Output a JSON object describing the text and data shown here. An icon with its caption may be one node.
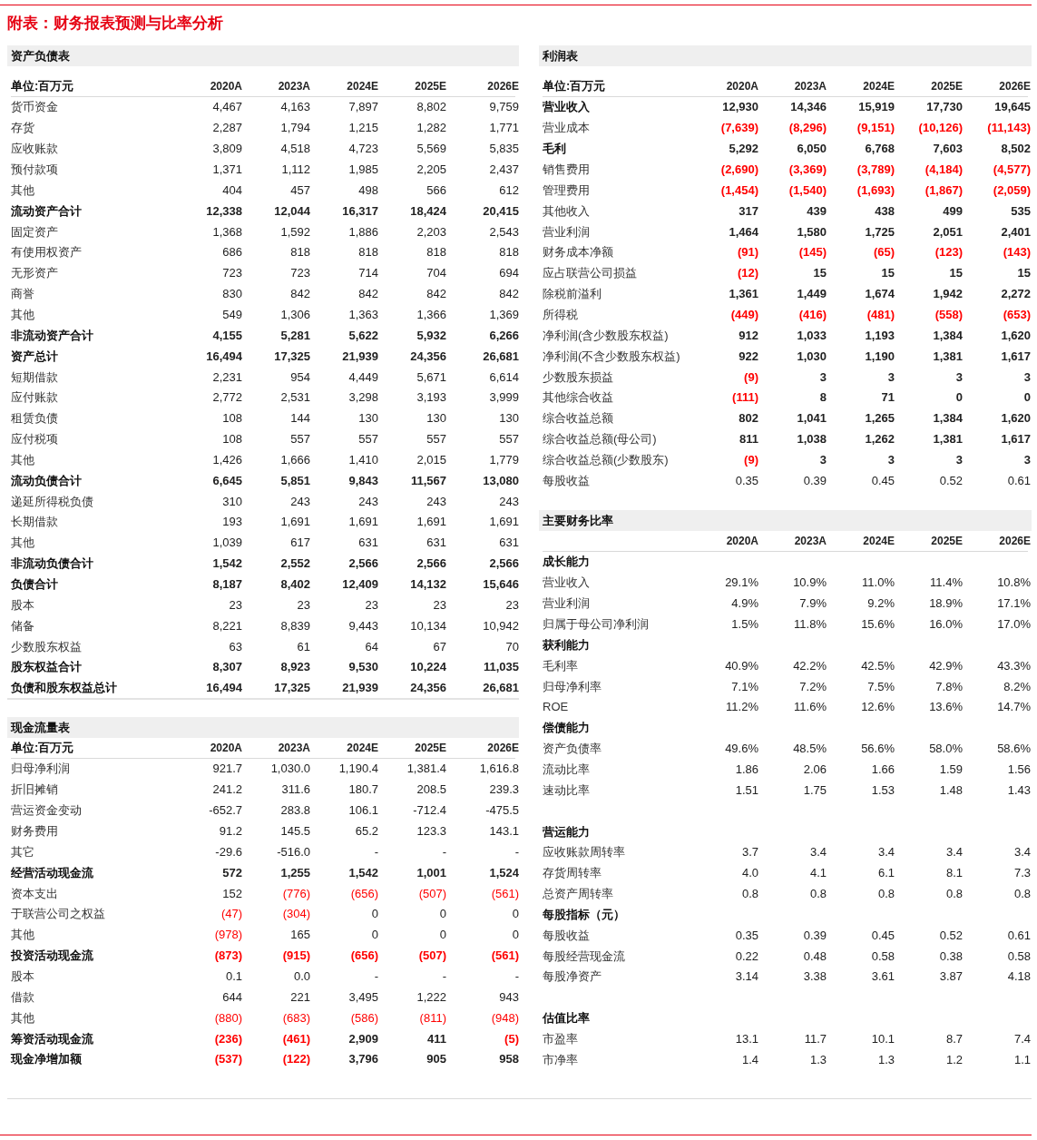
{
  "diagram": {
    "title": "附表：财务报表预测与比率分析",
    "nodes": [
      {
        "text": [
          "资产负债表"
        ]
      },
      {
        "text": [
          "利润表"
        ]
      },
      {
        "text": [
          "主要财务比率"
        ]
      },
      {
        "text": [
          "现金流量表"
        ]
      }
    ],
    "labels": [
      "单位:百万元",
      "2020A",
      "2023A",
      "2024E",
      "2025E",
      "2026E",
      "货币资金",
      "4,467",
      "4,163",
      "7,897",
      "8,802",
      "9,759",
      "存货",
      "2,287",
      "1,794",
      "1,215",
      "1,282",
      "1,771",
      "应收账款",
      "3,809",
      "4,518",
      "4,723",
      "5,569",
      "5,835",
      "预付款项",
      "1,371",
      "1,112",
      "1,985",
      "2,205",
      "2,437",
      "其他",
      "404",
      "457",
      "498",
      "566",
      "612",
      "流动资产合计",
      "12,338",
      "12,044",
      "16,317",
      "18,424",
      "20,415",
      "固定资产",
      "1,368",
      "1,592",
      "1,886",
      "2,203",
      "2,543",
      "有使用权资产",
      "686",
      "818",
      "818",
      "818",
      "818",
      "无形资产",
      "723",
      "723",
      "714",
      "704",
      "694",
      "商誉",
      "830",
      "842",
      "842",
      "842",
      "842",
      "其他",
      "549",
      "1,306",
      "1,363",
      "1,366",
      "1,369",
      "非流动资产合计",
      "4,155",
      "5,281",
      "5,622",
      "5,932",
      "6,266",
      "资产总计",
      "16,494",
      "17,325",
      "21,939",
      "24,356",
      "26,681",
      "短期借款",
      "2,231",
      "954",
      "4,449",
      "5,671",
      "6,614",
      "应付账款",
      "2,772",
      "2,531",
      "3,298",
      "3,193",
      "3,999",
      "租赁负债",
      "108",
      "144",
      "130",
      "130",
      "130",
      "应付税项",
      "108",
      "557",
      "557",
      "557",
      "557",
      "其他",
      "1,426",
      "1,666",
      "1,410",
      "2,015",
      "1,779",
      "流动负债合计",
      "6,645",
      "5,851",
      "9,843",
      "11,567",
      "13,080",
      "递延所得税负债",
      "310",
      "243",
      "243",
      "243",
      "243",
      "长期借款",
      "193",
      "1,691",
      "1,691",
      "1,691",
      "1,691",
      "其他",
      "1,039",
      "617",
      "631",
      "631",
      "631",
      "非流动负债合计",
      "1,542",
      "2,552",
      "2,566",
      "2,566",
      "2,566",
      "负债合计",
      "8,187",
      "8,402",
      "12,409",
      "14,132",
      "15,646",
      "股本",
      "23",
      "23",
      "23",
      "23",
      "23",
      "储备",
      "8,221",
      "8,839",
      "9,443",
      "10,134",
      "10,942",
      "少数股东权益",
      "63",
      "61",
      "64",
      "67",
      "70",
      "股东权益合计",
      "8,307",
      "8,923",
      "9,530",
      "10,224",
      "11,035",
      "负债和股东权益总计",
      "16,494",
      "17,325",
      "21,939",
      "24,356",
      "26,681",
      "单位:百万元",
      "2020A",
      "2023A",
      "2024E",
      "2025E",
      "2026E",
      "营业收入",
      "12,930",
      "14,346",
      "15,919",
      "17,730",
      "19,645",
      "营业成本",
      "(7,639)",
      "(8,296)",
      "(9,151)",
      "(10,126)",
      "(11,143)",
      "毛利",
      "5,292",
      "6,050",
      "6,768",
      "7,603",
      "8,502",
      "销售费用",
      "(2,690)",
      "(3,369)",
      "(3,789)",
      "(4,184)",
      "(4,577)",
      "管理费用",
      "(1,454)",
      "(1,540)",
      "(1,693)",
      "(1,867)",
      "(2,059)",
      "其他收入",
      "317",
      "439",
      "438",
      "499",
      "535",
      "营业利润",
      "1,464",
      "1,580",
      "1,725",
      "2,051",
      "2,401",
      "财务成本净额",
      "(91)",
      "(145)",
      "(65)",
      "(123)",
      "(143)",
      "应占联营公司损益",
      "(12)",
      "15",
      "15",
      "15",
      "15",
      "除税前溢利",
      "1,361",
      "1,449",
      "1,674",
      "1,942",
      "2,272",
      "所得税",
      "(449)",
      "(416)",
      "(481)",
      "(558)",
      "(653)",
      "净利润(含少数股东权益)",
      "912",
      "1,033",
      "1,193",
      "1,384",
      "1,620",
      "净利润(不含少数股东权益)",
      "922",
      "1,030",
      "1,190",
      "1,381",
      "1,617",
      "少数股东损益",
      "(9)",
      "3",
      "3",
      "3",
      "3",
      "其他综合收益",
      "(111)",
      "8",
      "71",
      "0",
      "0",
      "综合收益总额",
      "802",
      "1,041",
      "1,265",
      "1,384",
      "1,620",
      "综合收益总额(母公司)",
      "811",
      "1,038",
      "1,262",
      "1,381",
      "1,617",
      "综合收益总额(少数股东)",
      "(9)",
      "3",
      "3",
      "3",
      "3",
      "每股收益",
      "0.35",
      "0.39",
      "0.45",
      "0.52",
      "0.61",
      "2020A",
      "2023A",
      "2024E",
      "2025E",
      "2026E",
      "成长能力",
      "营业收入",
      "29.1%",
      "10.9%",
      "11.0%",
      "11.4%",
      "10.8%",
      "营业利润",
      "4.9%",
      "7.9%",
      "9.2%",
      "18.9%",
      "17.1%",
      "归属于母公司净利润",
      "1.5%",
      "11.8%",
      "15.6%",
      "16.0%",
      "17.0%",
      "获利能力",
      "毛利率",
      "40.9%",
      "42.2%",
      "42.5%",
      "42.9%",
      "43.3%",
      "归母净利率",
      "7.1%",
      "7.2%",
      "7.5%",
      "7.8%",
      "8.2%",
      "ROE",
      "11.2%",
      "11.6%",
      "12.6%",
      "13.6%",
      "14.7%",
      "偿债能力",
      "资产负债率",
      "49.6%",
      "48.5%",
      "56.6%",
      "58.0%",
      "58.6%",
      "流动比率",
      "1.86",
      "2.06",
      "1.66",
      "1.59",
      "1.56",
      "速动比率",
      "1.51",
      "1.75",
      "1.53",
      "1.48",
      "1.43",
      "营运能力",
      "应收账款周转率",
      "3.7",
      "3.4",
      "3.4",
      "3.4",
      "3.4",
      "存货周转率",
      "4.0",
      "4.1",
      "6.1",
      "8.1",
      "7.3",
      "总资产周转率",
      "0.8",
      "0.8",
      "0.8",
      "0.8",
      "0.8",
      "每股指标（元）",
      "每股收益",
      "0.35",
      "0.39",
      "0.45",
      "0.52",
      "0.61",
      "每股经营现金流",
      "0.22",
      "0.48",
      "0.58",
      "0.38",
      "0.58",
      "每股净资产",
      "3.14",
      "3.38",
      "3.61",
      "3.87",
      "4.18",
      "估值比率",
      "市盈率",
      "13.1",
      "11.7",
      "10.1",
      "8.7",
      "7.4",
      "市净率",
      "1.4",
      "1.3",
      "1.3",
      "1.2",
      "1.1",
      "单位:百万元",
      "2020A",
      "2023A",
      "2024E",
      "2025E",
      "2026E",
      "归母净利润",
      "921.7",
      "1,030.0",
      "1,190.4",
      "1,381.4",
      "1,616.8",
      "折旧摊销",
      "241.2",
      "311.6",
      "180.7",
      "208.5",
      "239.3",
      "营运资金变动",
      "-652.7",
      "283.8",
      "106.1",
      "-712.4",
      "-475.5",
      "财务费用",
      "91.2",
      "145.5",
      "65.2",
      "123.3",
      "143.1",
      "其它",
      "-29.6",
      "-516.0",
      "-",
      "-",
      "-",
      "经营活动现金流",
      "572",
      "1,255",
      "1,542",
      "1,001",
      "1,524",
      "资本支出",
      "152",
      "(776)",
      "(656)",
      "(507)",
      "(561)",
      "于联营公司之权益",
      "(47)",
      "(304)",
      "0",
      "0",
      "0",
      "其他",
      "(978)",
      "165",
      "0",
      "0",
      "0",
      "投资活动现金流",
      "(873)",
      "(915)",
      "(656)",
      "(507)",
      "(561)",
      "股本",
      "0.1",
      "0.0",
      "-",
      "-",
      "-",
      "借款",
      "644",
      "221",
      "3,495",
      "1,222",
      "943",
      "其他",
      "(880)",
      "(683)",
      "(586)",
      "(811)",
      "(948)",
      "筹资活动现金流",
      "(236)",
      "(461)",
      "2,909",
      "411",
      "(5)",
      "现金净增加额",
      "(537)",
      "(122)",
      "3,796",
      "905",
      "958"
    ]
  }
}
